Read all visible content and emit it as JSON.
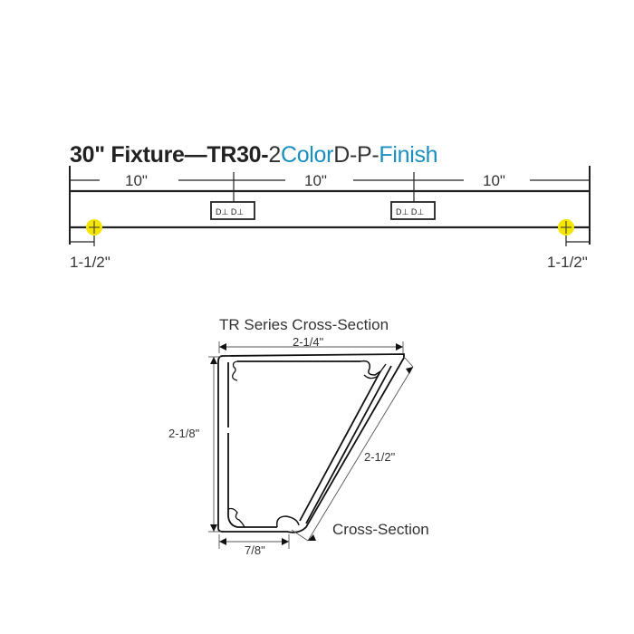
{
  "fixture": {
    "title_parts": {
      "bold": "30\" Fixture—TR30-",
      "part2": "2",
      "color": "Color",
      "dp": "D-P-",
      "finish": "Finish"
    },
    "segment_dims": [
      "10\"",
      "10\"",
      "10\""
    ],
    "end_offsets": [
      "1-1/2\"",
      "1-1/2\""
    ],
    "connector_symbol": "D⊥ D⊥",
    "marker_color": "#f5e600",
    "accent_color": "#1a8fbf"
  },
  "cross_section": {
    "title": "TR Series Cross-Section",
    "width_dim": "2-1/4\"",
    "height_dim": "2-1/8\"",
    "diagonal_dim": "2-1/2\"",
    "base_dim": "7/8\"",
    "label": "Cross-Section"
  }
}
